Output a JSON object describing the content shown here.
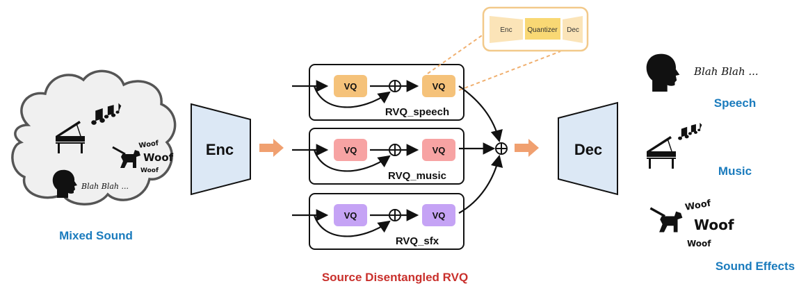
{
  "input": {
    "label": "Mixed Sound",
    "speech_text": "Blah Blah ...",
    "woof_small_1": "Woof",
    "woof_big": "Woof",
    "woof_small_2": "Woof"
  },
  "encoder": {
    "label": "Enc"
  },
  "decoder": {
    "label": "Dec"
  },
  "rvq": {
    "title": "Source Disentangled RVQ",
    "branches": [
      {
        "label": "RVQ_speech",
        "vq1": "VQ",
        "vq2": "VQ",
        "color": "#f5c27a"
      },
      {
        "label": "RVQ_music",
        "vq1": "VQ",
        "vq2": "VQ",
        "color": "#f7a3a3"
      },
      {
        "label": "RVQ_sfx",
        "vq1": "VQ",
        "vq2": "VQ",
        "color": "#c5a3f5"
      }
    ]
  },
  "inset": {
    "enc": "Enc",
    "quantizer": "Quantizer",
    "dec": "Dec",
    "border_color": "#f2c98a"
  },
  "outputs": {
    "speech_text": "Blah Blah ...",
    "speech_label": "Speech",
    "music_label": "Music",
    "woof_small_1": "Woof",
    "woof_big": "Woof",
    "woof_small_2": "Woof",
    "sfx_label": "Sound Effects"
  },
  "colors": {
    "label_blue": "#1a7bbd",
    "title_red": "#c9302c",
    "codec_fill": "#dce8f5",
    "arrow_orange": "#f0a070"
  }
}
